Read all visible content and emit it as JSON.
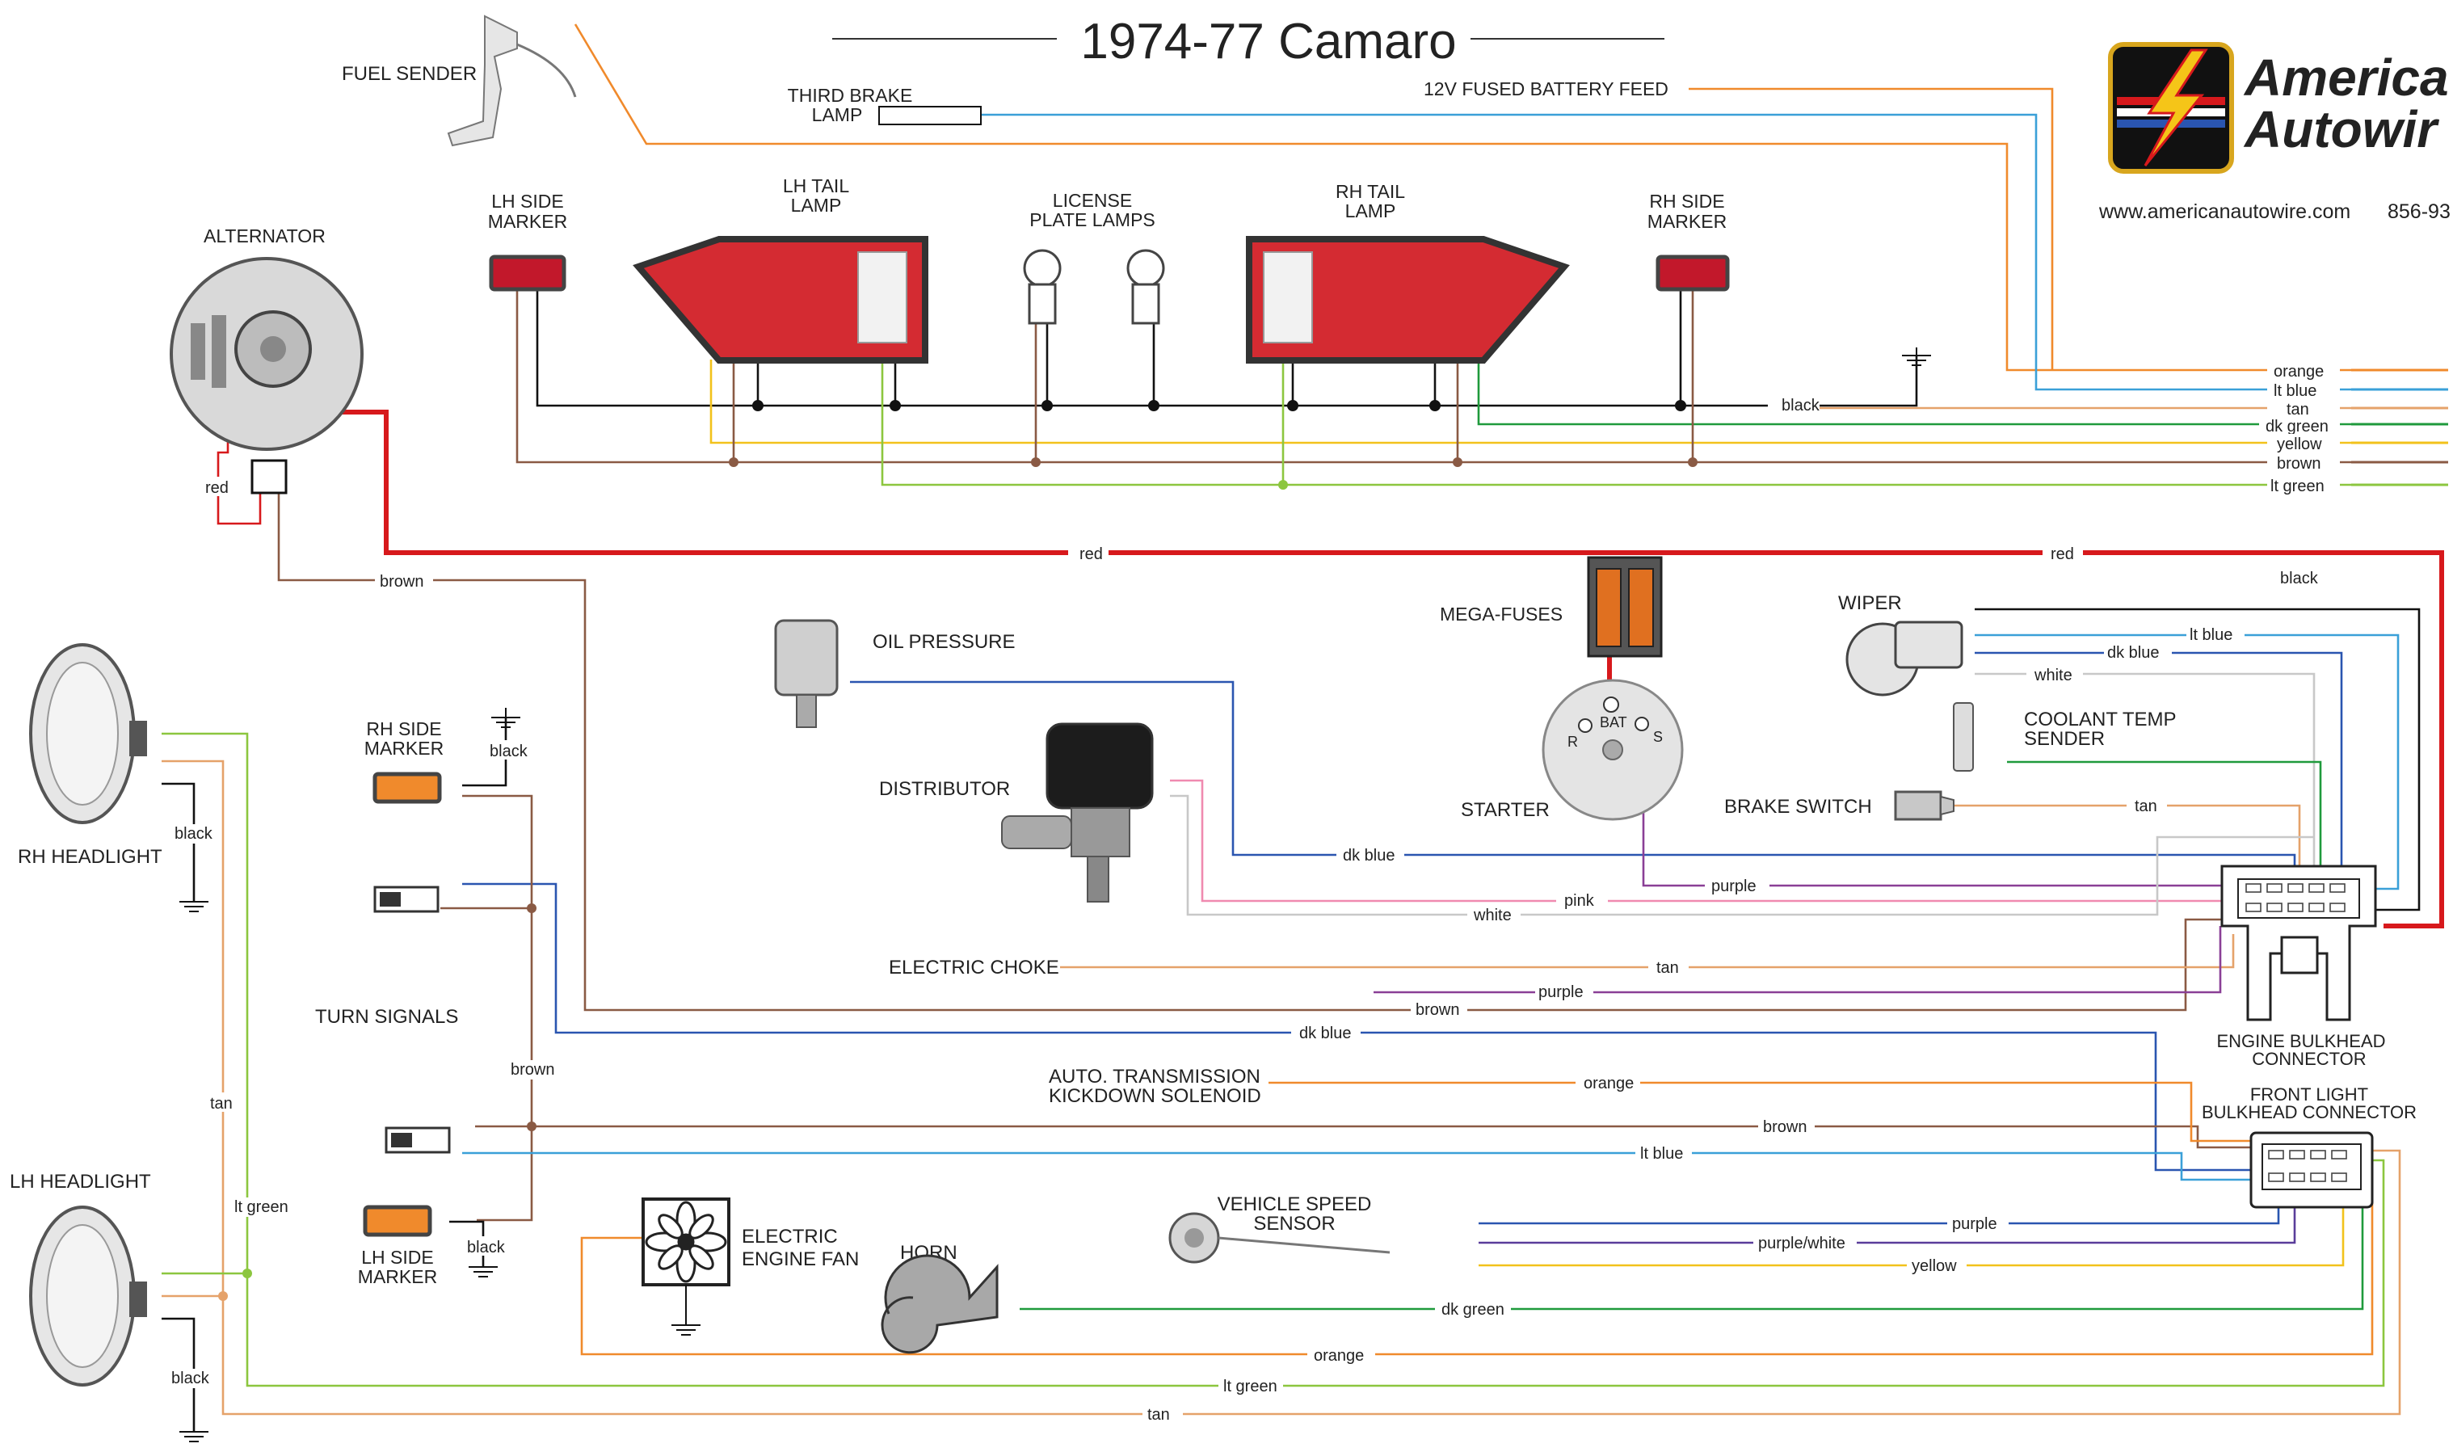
{
  "title": "1974-77 Camaro",
  "brand": {
    "line1": "America",
    "line2": "Autowir",
    "website": "www.americanautowire.com",
    "phone": "856-93"
  },
  "components": {
    "fuel_sender": "FUEL SENDER",
    "third_brake_lamp": [
      "THIRD BRAKE",
      "LAMP"
    ],
    "battery_feed": "12V FUSED BATTERY FEED",
    "alternator": "ALTERNATOR",
    "lh_side_marker_rear": [
      "LH SIDE",
      "MARKER"
    ],
    "lh_tail_lamp": [
      "LH TAIL",
      "LAMP"
    ],
    "license_plate_lamps": [
      "LICENSE",
      "PLATE LAMPS"
    ],
    "rh_tail_lamp": [
      "RH TAIL",
      "LAMP"
    ],
    "rh_side_marker_rear": [
      "RH SIDE",
      "MARKER"
    ],
    "mega_fuses": "MEGA-FUSES",
    "wiper": "WIPER",
    "oil_pressure": "OIL PRESSURE",
    "coolant_temp_sender": [
      "COOLANT TEMP",
      "SENDER"
    ],
    "distributor": "DISTRIBUTOR",
    "starter": "STARTER",
    "brake_switch": "BRAKE SWITCH",
    "starter_terminals": {
      "bat": "BAT",
      "r": "R",
      "s": "S"
    },
    "electric_choke": "ELECTRIC CHOKE",
    "rh_side_marker_front": [
      "RH SIDE",
      "MARKER"
    ],
    "rh_headlight": "RH HEADLIGHT",
    "turn_signals": "TURN SIGNALS",
    "lh_headlight": "LH HEADLIGHT",
    "lh_side_marker_front": [
      "LH SIDE",
      "MARKER"
    ],
    "engine_bulkhead_connector": [
      "ENGINE BULKHEAD",
      "CONNECTOR"
    ],
    "auto_trans_solenoid": [
      "AUTO. TRANSMISSION",
      "KICKDOWN SOLENOID"
    ],
    "front_light_bulkhead_connector": [
      "FRONT LIGHT",
      "BULKHEAD CONNECTOR"
    ],
    "vehicle_speed_sensor": [
      "VEHICLE SPEED",
      "SENSOR"
    ],
    "electric_engine_fan": [
      "ELECTRIC",
      "ENGINE FAN"
    ],
    "horn": "HORN"
  },
  "legend": {
    "items": [
      {
        "label": "orange",
        "color": "#f08a2c"
      },
      {
        "label": "lt blue",
        "color": "#3aa0d8"
      },
      {
        "label": "tan",
        "color": "#e5a26a"
      },
      {
        "label": "dk green",
        "color": "#1f9a3c"
      },
      {
        "label": "yellow",
        "color": "#f2c21b"
      },
      {
        "label": "brown",
        "color": "#8a5a44"
      },
      {
        "label": "lt green",
        "color": "#8cc63f"
      }
    ]
  },
  "wire_labels": {
    "black_rear": "black",
    "red_alt": "red",
    "red_main_left": "red",
    "red_main_right": "red",
    "brown_alt": "brown",
    "black_wiper": "black",
    "lt_blue_wiper": "lt blue",
    "dk_blue_wiper": "dk blue",
    "white_wiper": "white",
    "tan_brake": "tan",
    "dk_blue_oil": "dk blue",
    "purple_starter": "purple",
    "pink_dist": "pink",
    "white_dist": "white",
    "tan_choke": "tan",
    "purple_choke": "purple",
    "brown_alt_bottom": "brown",
    "dk_blue_turn": "dk blue",
    "black_rh_marker": "black",
    "black_rh_headlight": "black",
    "brown_turn": "brown",
    "tan_headlight": "tan",
    "lt_green_headlight": "lt green",
    "orange_solenoid": "orange",
    "brown_turn_long": "brown",
    "lt_blue_turn_long": "lt blue",
    "black_lh_marker": "black",
    "purple_vss": "purple",
    "purple_white_vss": "purple/white",
    "yellow_vss": "yellow",
    "black_lh_headlight": "black",
    "dk_green_horn": "dk green",
    "orange_fan": "orange",
    "lt_green_bottom": "lt green",
    "tan_bottom": "tan"
  },
  "colors": {
    "red": "#d7191c",
    "black": "#111111",
    "orange": "#f08a2c",
    "lt_blue": "#3aa0d8",
    "dk_blue": "#2a55b0",
    "tan": "#e5a26a",
    "dk_green": "#1f9a3c",
    "yellow": "#f2c21b",
    "brown": "#8a5a44",
    "lt_green": "#8cc63f",
    "purple": "#8a3f96",
    "pink": "#f08ab0",
    "white_wire": "#c8c8c8",
    "purple_white": "#5a3d9a"
  }
}
